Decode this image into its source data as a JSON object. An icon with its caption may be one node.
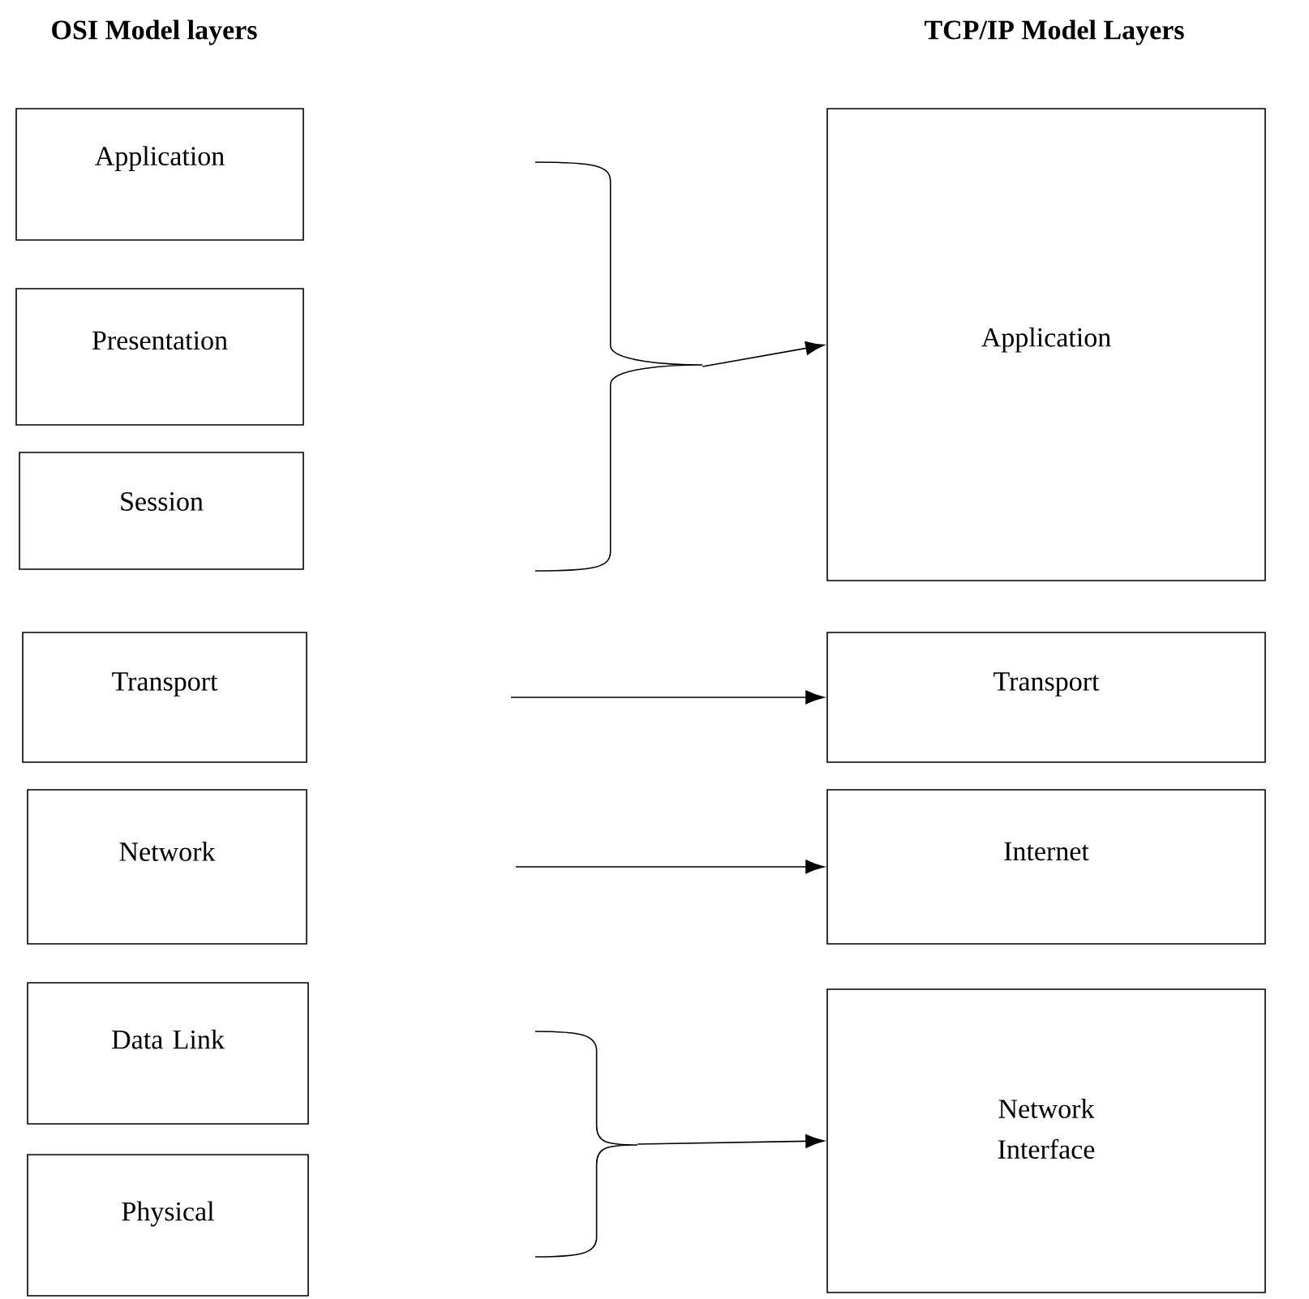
{
  "diagram": {
    "nodes": [
      {
        "text": [
          "Application"
        ]
      },
      {
        "text": [
          "Presentation"
        ]
      },
      {
        "text": [
          "Session"
        ]
      },
      {
        "text": [
          "Transport"
        ]
      },
      {
        "text": [
          "Network"
        ]
      },
      {
        "text": [
          "Data Link"
        ]
      },
      {
        "text": [
          "Physical"
        ]
      },
      {
        "text": [
          "Application"
        ]
      },
      {
        "text": [
          "Transport"
        ]
      },
      {
        "text": [
          "Internet"
        ]
      },
      {
        "text": [
          "Network Interface"
        ]
      },
      {
        "text": [],
        "shape": "bracket"
      },
      {
        "text": [],
        "shape": "bracket"
      }
    ],
    "edges": [
      {
        "from": 11,
        "to": 7,
        "arrow": "to"
      },
      {
        "from": null,
        "to": 8,
        "arrow": "to"
      },
      {
        "from": null,
        "to": 9,
        "arrow": "to"
      },
      {
        "from": 12,
        "to": 10,
        "arrow": "to"
      }
    ],
    "labels": [
      "OSI Model layers",
      "TCP/IP Model Layers"
    ]
  }
}
